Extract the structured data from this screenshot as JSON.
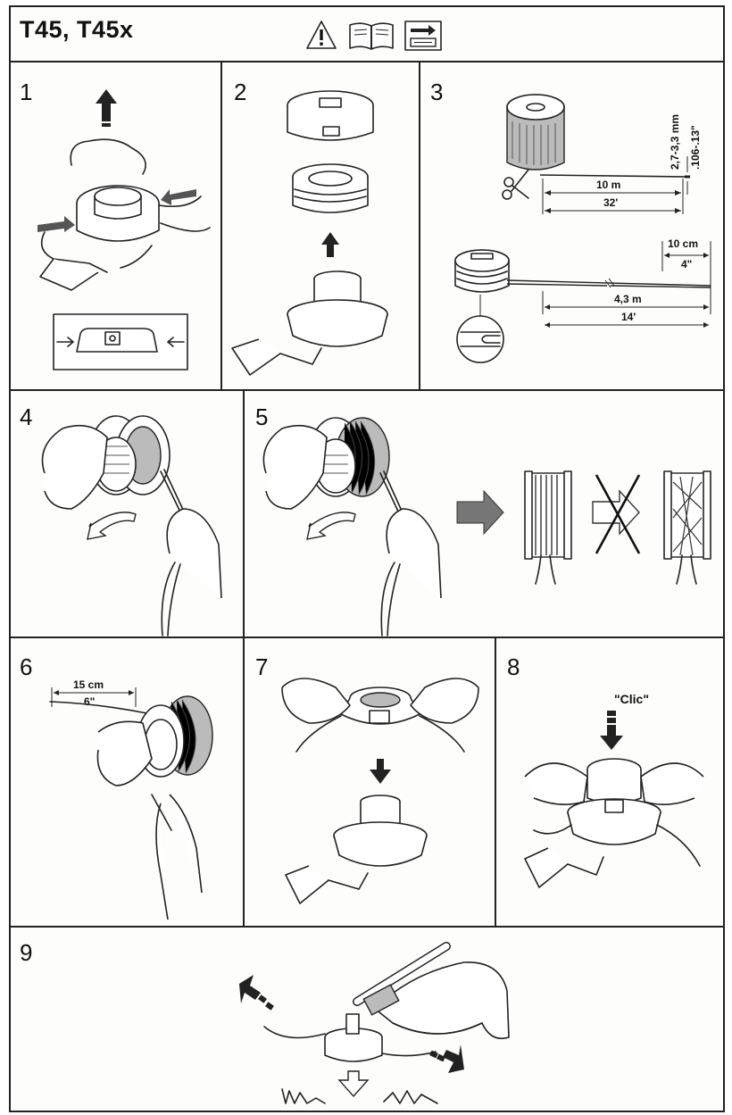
{
  "header": {
    "title": "T45, T45x",
    "icons": [
      "warning-icon",
      "manual-book-icon",
      "instruction-sheet-icon"
    ]
  },
  "steps": [
    {
      "number": "1"
    },
    {
      "number": "2"
    },
    {
      "number": "3",
      "labels": {
        "diameter_mm": "2,7-3,3 mm",
        "diameter_in": ".106-.13\"",
        "length_m": "10 m",
        "length_ft": "32'",
        "end_cm": "10 cm",
        "end_in": "4\"",
        "half_m": "4,3 m",
        "half_ft": "14'"
      }
    },
    {
      "number": "4"
    },
    {
      "number": "5"
    },
    {
      "number": "6",
      "labels": {
        "length_cm": "15 cm",
        "length_in": "6\""
      }
    },
    {
      "number": "7"
    },
    {
      "number": "8",
      "labels": {
        "sound": "\"Clic\""
      }
    },
    {
      "number": "9"
    }
  ]
}
